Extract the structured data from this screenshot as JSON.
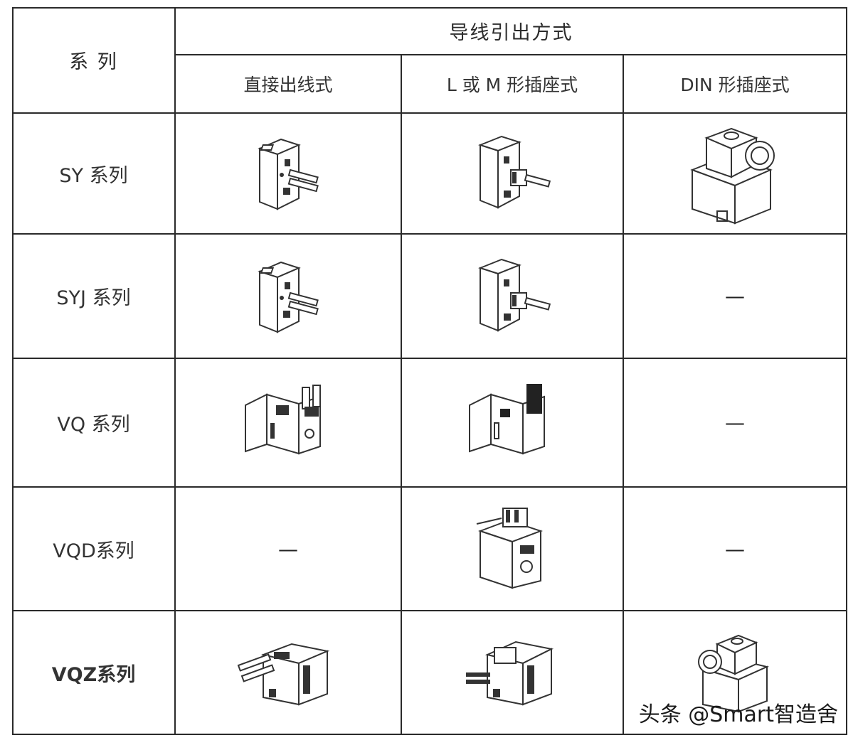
{
  "table": {
    "series_header": "系  列",
    "group_header": "导线引出方式",
    "columns": [
      "直接出线式",
      "L 或 M 形插座式",
      "DIN 形插座式"
    ],
    "rows": [
      {
        "series": "SY 系列",
        "cells": [
          "valve-direct-icon",
          "valve-lm-plug-icon",
          "valve-din-plug-icon"
        ]
      },
      {
        "series": "SYJ 系列",
        "cells": [
          "valve-direct-icon",
          "valve-lm-plug-icon",
          "—"
        ]
      },
      {
        "series": "VQ 系列",
        "cells": [
          "valve-vq-direct-icon",
          "valve-vq-lm-plug-icon",
          "—"
        ]
      },
      {
        "series": "VQD系列",
        "cells": [
          "—",
          "valve-vqd-lm-plug-icon",
          "—"
        ]
      },
      {
        "series": "VQZ系列",
        "cells": [
          "valve-vqz-direct-icon",
          "valve-vqz-lm-plug-icon",
          "valve-vqz-din-plug-icon"
        ]
      }
    ]
  },
  "dash": "—",
  "watermark": "头条 @Smart智造舍"
}
